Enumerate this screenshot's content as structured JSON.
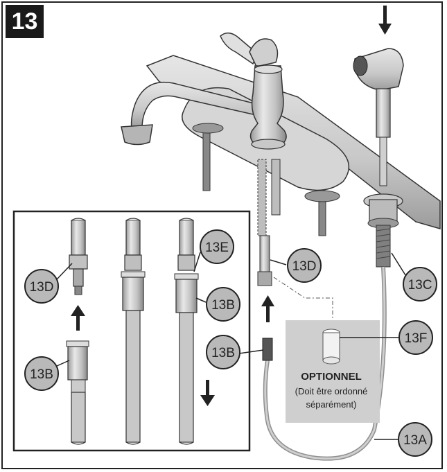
{
  "step_number": "13",
  "callouts": {
    "c13D_inset": "13D",
    "c13B_inset": "13B",
    "c13E": "13E",
    "c13B_inset2": "13B",
    "c13D_main": "13D",
    "c13C": "13C",
    "c13B_main": "13B",
    "c13F": "13F",
    "c13A": "13A"
  },
  "optional_box": {
    "title": "OPTIONNEL",
    "line1": "(Doit être ordonné",
    "line2": "séparément)"
  },
  "colors": {
    "callout_fill": "#b9b9b9",
    "outline": "#222222",
    "metal_light": "#e2e2e2",
    "metal_mid": "#c4c4c4",
    "metal_dark": "#8c8c8c",
    "optional_bg": "#cfcfcf"
  }
}
